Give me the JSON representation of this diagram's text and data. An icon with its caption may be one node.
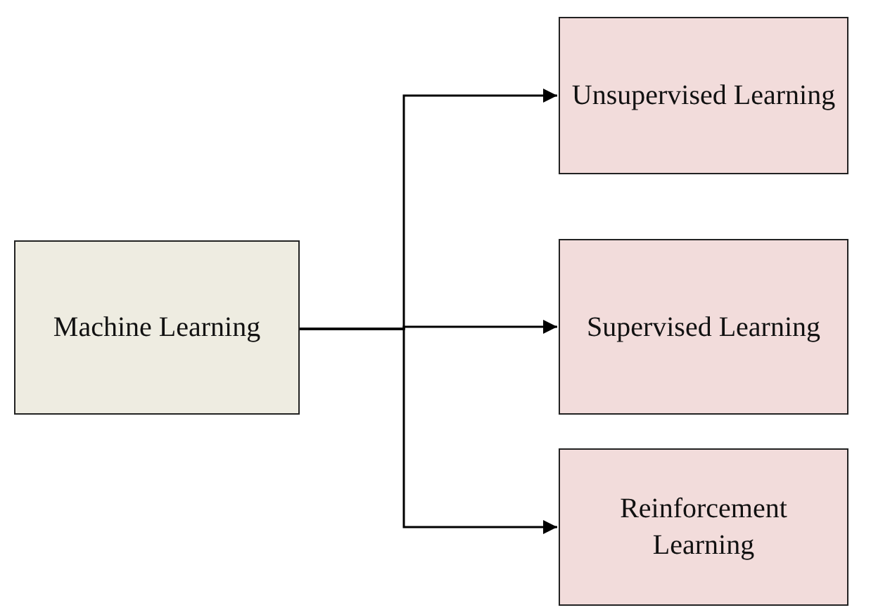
{
  "diagram": {
    "nodes": [
      {
        "text": [
          "Machine Learning"
        ]
      },
      {
        "text": [
          "Unsupervised Learning"
        ]
      },
      {
        "text": [
          "Supervised Learning"
        ]
      },
      {
        "text": [
          "Reinforcement Learning"
        ]
      }
    ],
    "edges": [
      {
        "from": 0,
        "to": 1,
        "arrow": "to"
      },
      {
        "from": 0,
        "to": 2,
        "arrow": "to"
      },
      {
        "from": 0,
        "to": 3,
        "arrow": "to"
      }
    ]
  }
}
